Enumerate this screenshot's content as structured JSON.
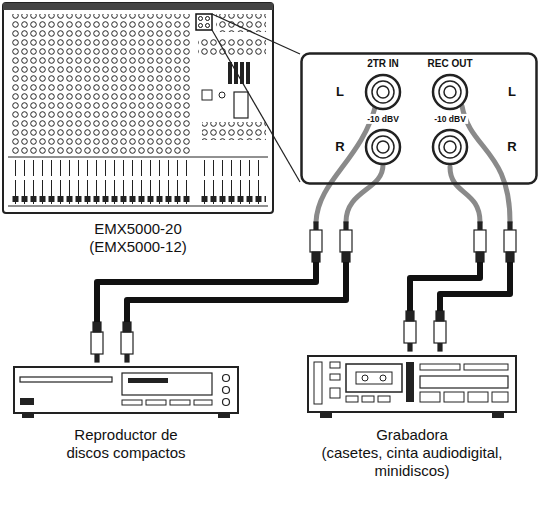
{
  "diagram": {
    "nodes": [
      {
        "text": [
          "EMX5000-20",
          "(EMX5000-12)"
        ]
      },
      {
        "text": [
          "2TR IN",
          "REC OUT"
        ]
      },
      {
        "text": [
          "Reproductor de discos compactos"
        ]
      },
      {
        "text": [
          "Grabadora",
          "(casetes, cinta audiodigital, minidiscos)"
        ]
      }
    ],
    "edges": [
      {
        "from": 2,
        "to": 1,
        "arrow": "none"
      },
      {
        "from": 1,
        "to": 3,
        "arrow": "none"
      }
    ],
    "labels": [
      "L",
      "-10 dBV",
      "R",
      "L",
      "-10 dBV",
      "R"
    ]
  }
}
